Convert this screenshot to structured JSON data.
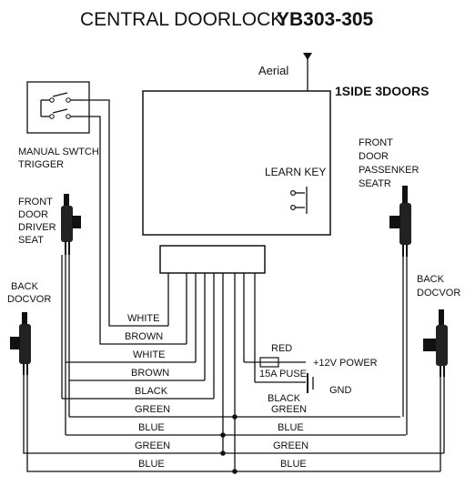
{
  "title": "CENTRAL DOORLOCK",
  "model": "YB303-305",
  "config": "1SIDE 3DOORS",
  "aerial_label": "Aerial",
  "learn_key_label": "LEARN KEY",
  "manual_switch_label": [
    "MANUAL SWTCH",
    "TRIGGER"
  ],
  "front_driver_label": [
    "FRONT",
    "DOOR",
    "DRIVER",
    "SEAT"
  ],
  "front_passenger_label": [
    "FRONT",
    "DOOR",
    "PASSENKER",
    "SEATR"
  ],
  "back_left_label": [
    "BACK",
    "DOCVOR"
  ],
  "back_right_label": [
    "BACK",
    "DOCVOR"
  ],
  "wires_left": [
    "WHITE",
    "BROWN",
    "WHITE",
    "BROWN",
    "BLACK",
    "GREEN",
    "BLUE",
    "GREEN",
    "BLUE"
  ],
  "wires_right": [
    "GREEN",
    "BLUE",
    "GREEN",
    "BLUE"
  ],
  "power": {
    "red_label": "RED",
    "fuse_label": "15A PUSE",
    "power_label": "+12V POWER",
    "black_label": "BLACK",
    "gnd_label": "GND"
  },
  "icons": [
    "actuator-icon",
    "switch-icon",
    "fuse-icon",
    "ground-icon",
    "antenna-icon"
  ]
}
